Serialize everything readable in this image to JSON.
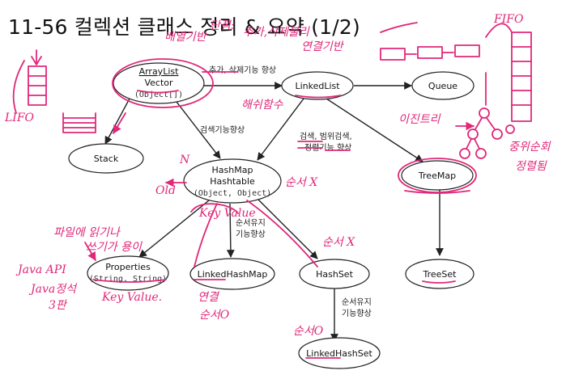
{
  "title": "11-56 컬렉션 클래스 정리 & 요약 (1/2)",
  "nodes": {
    "arraylist": {
      "line1": "ArrayList",
      "line2": "Vector",
      "sub": "(Object[])"
    },
    "linkedlist": {
      "label": "LinkedList"
    },
    "queue": {
      "label": "Queue"
    },
    "stack": {
      "label": "Stack"
    },
    "hashmap": {
      "line1": "HashMap",
      "line2": "Hashtable",
      "sub": "(Object, Object)"
    },
    "treemap": {
      "label": "TreeMap"
    },
    "properties": {
      "line1": "Properties",
      "sub": "(String, String)"
    },
    "linkedhashmap": {
      "label": "LinkedHashMap"
    },
    "hashset": {
      "label": "HashSet"
    },
    "treeset": {
      "label": "TreeSet"
    },
    "linkedhashset": {
      "label": "LinkedHashSet"
    }
  },
  "edge_labels": {
    "add_delete": "추가, 삭제기능 향상",
    "search": "검색기능향상",
    "range1": "검색, 범위검색,",
    "range2": "정렬기능 향상",
    "order1_a": "순서유지",
    "order1_b": "기능향상",
    "order2_a": "순서유지",
    "order2_b": "기능향상"
  },
  "annotations": {
    "fifo": "FIFO",
    "lifo": "LIFO",
    "array_based": "배열기반",
    "drawback": "단점:",
    "drawback_detail": "추가,삭제불리",
    "linked_based": "연결기반",
    "hash_func": "해쉬함수",
    "binary_tree": "이진트리",
    "inorder1": "중위순회",
    "inorder2": "정렬됨",
    "new_mark": "N",
    "old_mark": "Old",
    "no_order1": "순서 X",
    "no_order2": "순서 X",
    "file_rw1": "파일에 읽기나",
    "file_rw2": "쓰기가 용이",
    "java_api": "Java API",
    "java_book1": "Java정석",
    "java_book2": "3판",
    "kv_hashmap": "Key Value",
    "kv_props": "Key Value.",
    "link_note": "연결",
    "order_keep1": "순서O",
    "order_keep2": "순서O"
  }
}
